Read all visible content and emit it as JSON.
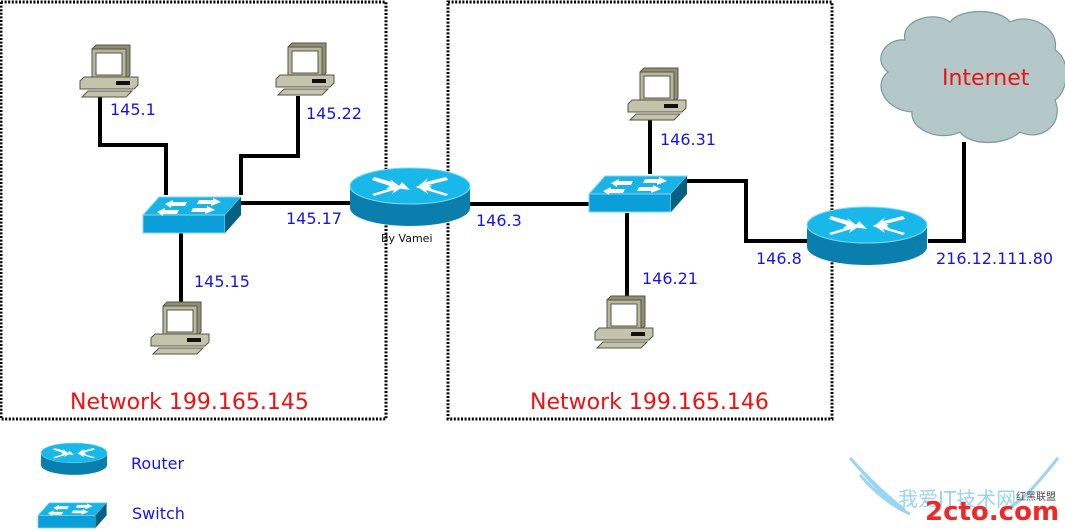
{
  "diagram": {
    "author_credit": "By Vamei",
    "networks": [
      {
        "label": "Network 199.165.145"
      },
      {
        "label": "Network 199.165.146"
      }
    ],
    "cloud": {
      "label": "Internet",
      "icon": "cloud-icon"
    },
    "hosts": [
      {
        "ip": "145.1",
        "icon": "computer-icon"
      },
      {
        "ip": "145.22",
        "icon": "computer-icon"
      },
      {
        "ip": "145.15",
        "icon": "computer-icon"
      },
      {
        "ip": "146.31",
        "icon": "computer-icon"
      },
      {
        "ip": "146.21",
        "icon": "computer-icon"
      }
    ],
    "routers": [
      {
        "left_ip": "145.17",
        "right_ip": "146.3",
        "icon": "router-icon"
      },
      {
        "left_ip": "146.8",
        "right_ip": "216.12.111.80",
        "icon": "router-icon"
      }
    ],
    "switches": [
      {
        "network": "199.165.145",
        "icon": "switch-icon"
      },
      {
        "network": "199.165.146",
        "icon": "switch-icon"
      }
    ],
    "legend": {
      "router_label": "Router",
      "switch_label": "Switch"
    },
    "watermark": {
      "brand": "2cto.com",
      "cn_text": "我爱IT技术网",
      "cn_small": "红黑联盟"
    },
    "colors": {
      "ip_label": "#1515e8",
      "network_label": "#ee1111",
      "device_blue": "#19b3e6",
      "device_dark": "#0a7fae",
      "cloud_fill": "#b4c7c9",
      "computer_beige": "#b8b8a0"
    }
  }
}
